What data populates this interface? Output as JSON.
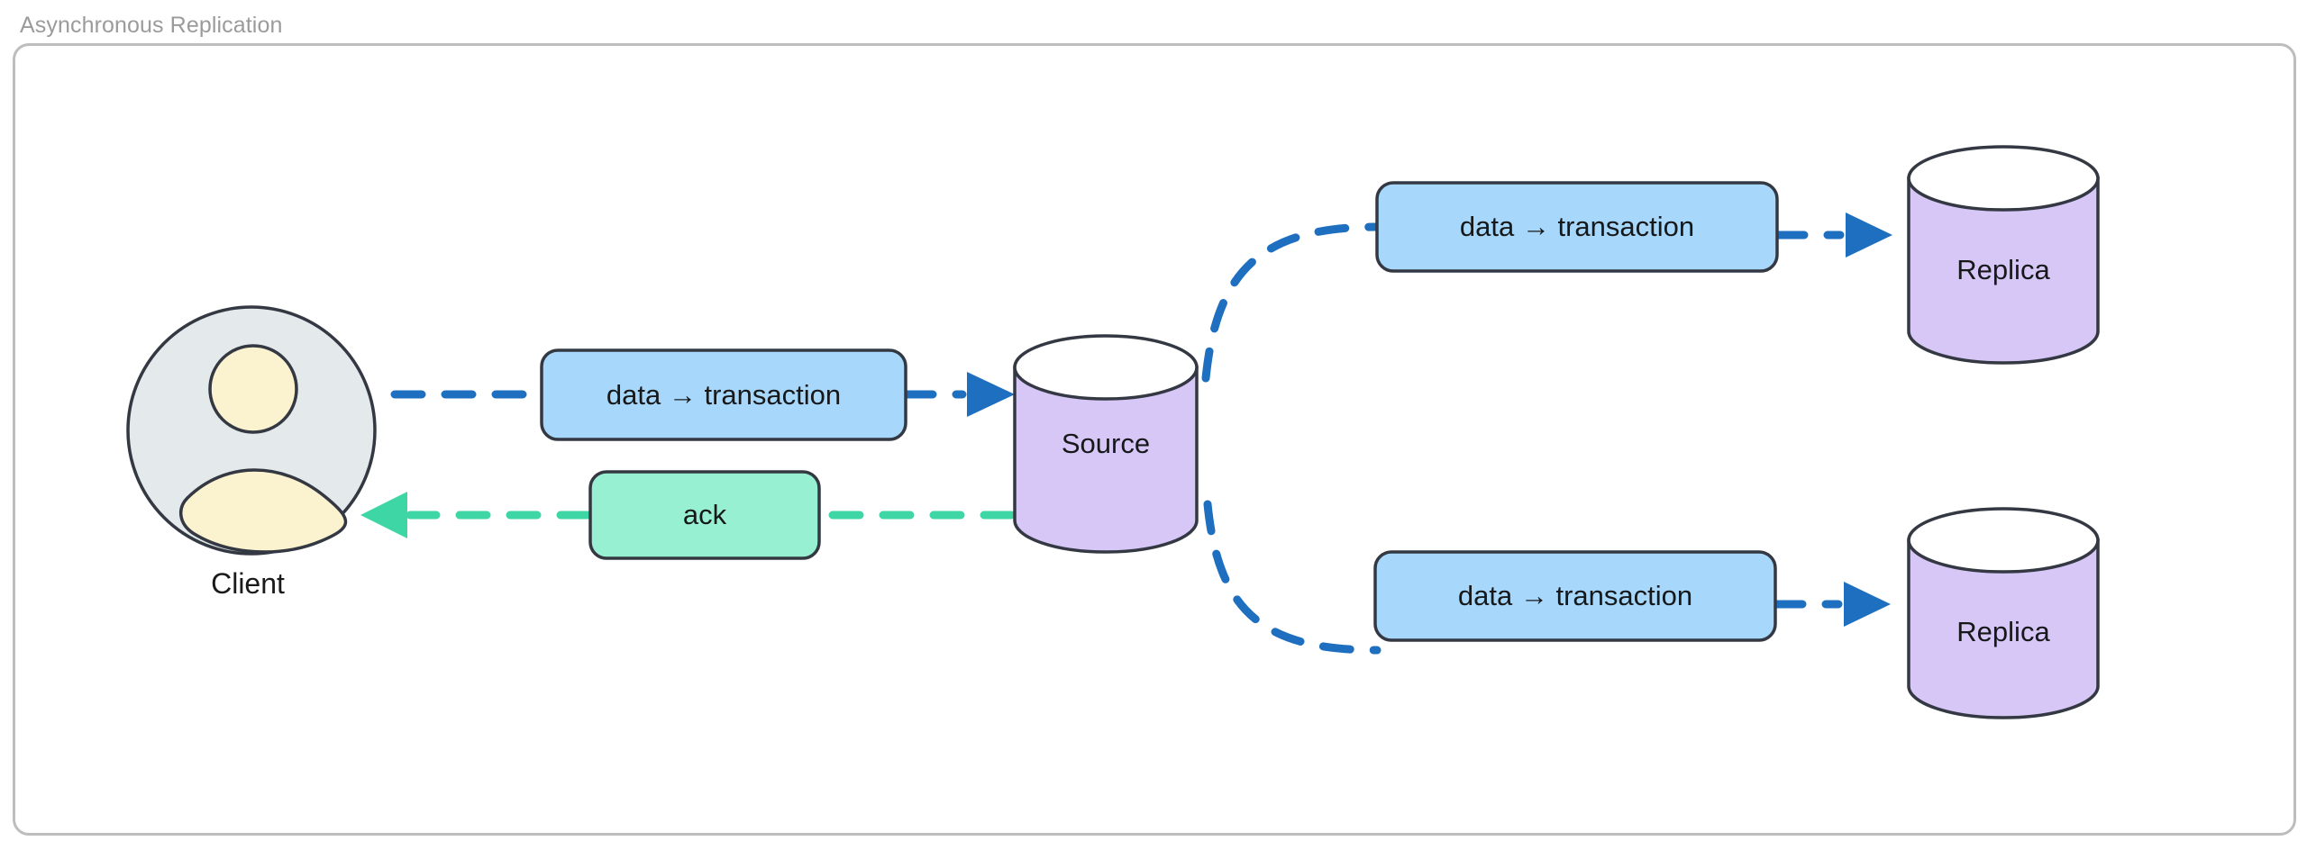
{
  "diagram": {
    "title": "Asynchronous Replication",
    "type": "flow-diagram",
    "nodes": [
      {
        "id": "client",
        "kind": "actor",
        "label": "Client"
      },
      {
        "id": "source",
        "kind": "cylinder",
        "label": "Source"
      },
      {
        "id": "replica_top",
        "kind": "cylinder",
        "label": "Replica"
      },
      {
        "id": "replica_bottom",
        "kind": "cylinder",
        "label": "Replica"
      }
    ],
    "edge_labels": {
      "client_to_source": "data → transaction",
      "source_to_client": "ack",
      "source_to_replica_top": "data → transaction",
      "source_to_replica_bottom": "data → transaction"
    },
    "colors": {
      "blue_edge": "#1f6fc0",
      "green_edge": "#3fd6a5",
      "blue_box_fill": "#a7d8fb",
      "green_box_fill": "#97f0d2",
      "cylinder_fill": "#d6c7f7",
      "actor_fill": "#e4e9ec",
      "actor_person_fill": "#fbf3cf",
      "stroke": "#333842",
      "frame_border": "#bdbdbd",
      "title_text": "#9b9b9b"
    }
  }
}
